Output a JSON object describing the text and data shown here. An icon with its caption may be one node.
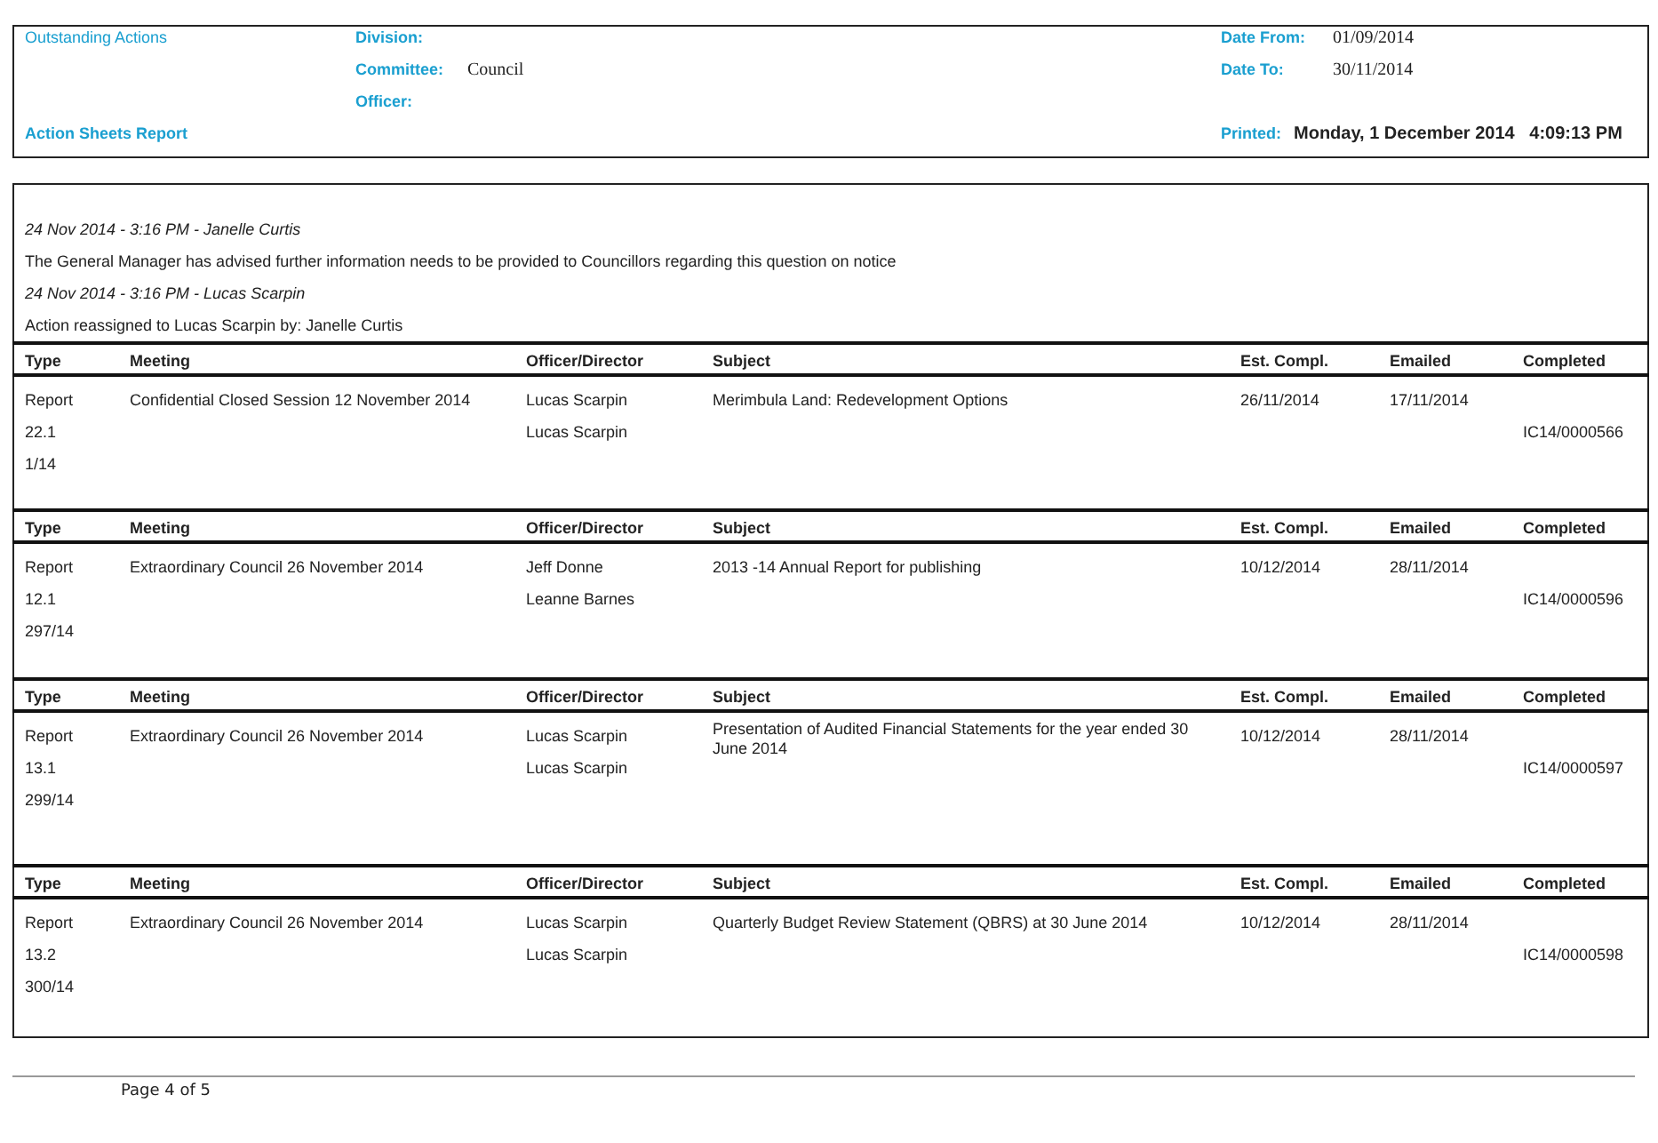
{
  "diagram": {
    "labels": [
      "Outstanding Actions",
      "Division:",
      "Date From:",
      "01/09/2014",
      "Committee:",
      "Council",
      "Date To:",
      "30/11/2014",
      "Officer:",
      "Action Sheets Report",
      "Printed:",
      "Monday, 1 December 2014   4:09:13 PM",
      "24 Nov 2014 - 3:16 PM - Janelle Curtis",
      "The General Manager has advised further information needs to be provided to Councillors regarding this question on notice",
      "24 Nov 2014 - 3:16 PM - Lucas Scarpin",
      "Action reassigned to Lucas Scarpin by: Janelle Curtis",
      "Type",
      "Meeting",
      "Officer/Director",
      "Subject",
      "Est. Compl.",
      "Emailed",
      "Completed",
      "Report",
      "Confidential Closed Session 12 November 2014",
      "Lucas Scarpin",
      "Merimbula Land: Redevelopment Options",
      "26/11/2014",
      "17/11/2014",
      "22.1",
      "Lucas Scarpin",
      "IC14/0000566",
      "1/14",
      "Type",
      "Meeting",
      "Officer/Director",
      "Subject",
      "Est. Compl.",
      "Emailed",
      "Completed",
      "Report",
      "Extraordinary Council 26 November 2014",
      "Jeff Donne",
      "2013 -14 Annual Report for publishing",
      "10/12/2014",
      "28/11/2014",
      "12.1",
      "Leanne Barnes",
      "IC14/0000596",
      "297/14",
      "Type",
      "Meeting",
      "Officer/Director",
      "Subject",
      "Est. Compl.",
      "Emailed",
      "Completed",
      "Report",
      "Extraordinary Council 26 November 2014",
      "Lucas Scarpin",
      "Presentation of Audited Financial Statements for the year ended 30 June 2014",
      "10/12/2014",
      "28/11/2014",
      "13.1",
      "Lucas Scarpin",
      "IC14/0000597",
      "299/14",
      "Type",
      "Meeting",
      "Officer/Director",
      "Subject",
      "Est. Compl.",
      "Emailed",
      "Completed",
      "Report",
      "Extraordinary Council 26 November 2014",
      "Lucas Scarpin",
      "Quarterly Budget Review Statement (QBRS) at 30 June 2014",
      "10/12/2014",
      "28/11/2014",
      "13.2",
      "Lucas Scarpin",
      "IC14/0000598",
      "300/14",
      "Page 4 of 5"
    ]
  }
}
